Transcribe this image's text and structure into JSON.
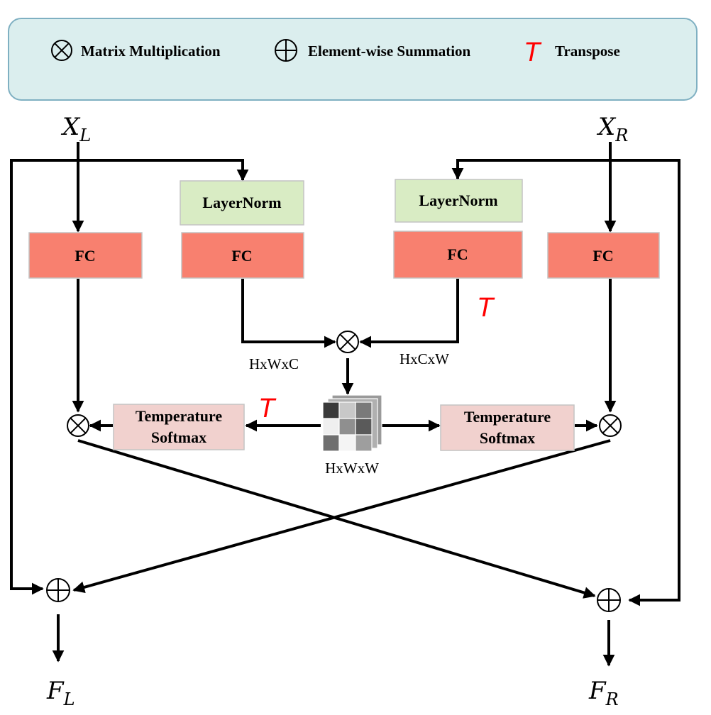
{
  "legend": {
    "matmul_label": "Matrix Multiplication",
    "sum_label": "Element-wise Summation",
    "transpose_symbol": "T",
    "transpose_label": "Transpose"
  },
  "inputs": {
    "left": {
      "main": "X",
      "sub": "L"
    },
    "right": {
      "main": "X",
      "sub": "R"
    }
  },
  "outputs": {
    "left": {
      "main": "F",
      "sub": "L"
    },
    "right": {
      "main": "F",
      "sub": "R"
    }
  },
  "blocks": {
    "layernorm_left": "LayerNorm",
    "layernorm_right": "LayerNorm",
    "fc_outer_left": "FC",
    "fc_inner_left": "FC",
    "fc_inner_right": "FC",
    "fc_outer_right": "FC",
    "softmax_left_line1": "Temperature",
    "softmax_left_line2": "Softmax",
    "softmax_right_line1": "Temperature",
    "softmax_right_line2": "Softmax"
  },
  "dims": {
    "left": "HxWxC",
    "right": "HxCxW",
    "attention": "HxWxW"
  },
  "transpose_marks": [
    "T",
    "T"
  ],
  "colors": {
    "legend_bg": "#dbeeee",
    "legend_border": "#7fb0c2",
    "fc_fill": "#f8806f",
    "layernorm_fill": "#d9ecc4",
    "softmax_fill": "#f1d1ce",
    "transpose_red": "#ff0000"
  }
}
